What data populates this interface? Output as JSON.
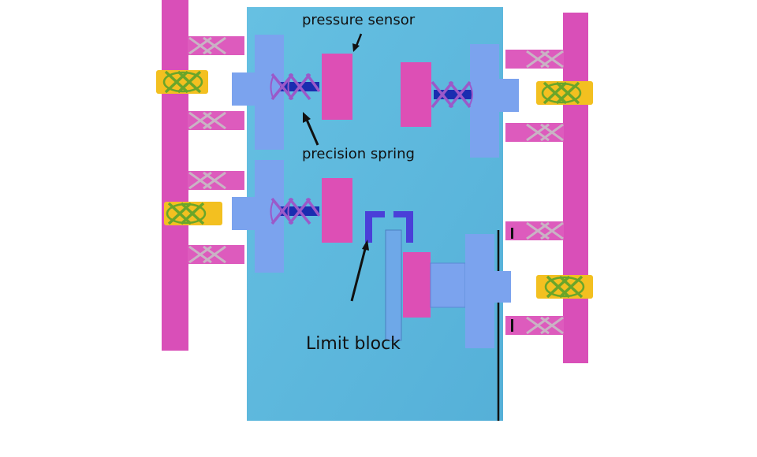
{
  "labels": {
    "pressure_sensor": "pressure sensor",
    "precision_spring": "precision spring",
    "limit_block": "Limit block"
  },
  "colors": {
    "background": "#ffffff",
    "chamber": "#5bb8dd",
    "rail": "#d94fb8",
    "plate": "#7ba3ee",
    "sensor": "#dd4fb5",
    "spring": "#9b59c9",
    "spring_core": "#1a2db0",
    "coupler": "#f3c020",
    "coupler_helix": "#6aa52a",
    "idle_helix": "#c8a6c0",
    "limit_block": "#4a3fd8",
    "arrow": "#111111"
  }
}
